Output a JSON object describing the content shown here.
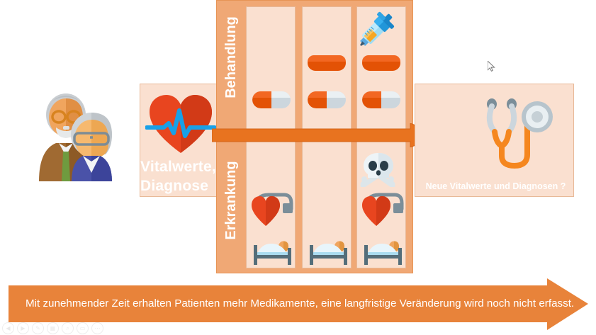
{
  "slide": {
    "title": "Vitalwerte, Diagnose",
    "left_panel": {
      "label": "Vitalwerte,\nDiagnose",
      "label_line1": "Vitalwerte,",
      "label_line2": "Diagnose",
      "patient_icon": "elderly-couple-icon",
      "vital_icon": "heart-with-ekg-icon"
    },
    "middle": {
      "row_labels": [
        "Behandlung",
        "Erkrankung"
      ],
      "top_label": "Behandlung",
      "bottom_label": "Erkrankung",
      "columns": [
        {
          "treatments": [
            "capsule"
          ],
          "conditions": [
            "blood-pressure-heart",
            "hospital-bed"
          ]
        },
        {
          "treatments": [
            "tablet",
            "capsule"
          ],
          "conditions": [
            "hospital-bed"
          ]
        },
        {
          "treatments": [
            "syringe",
            "tablet",
            "capsule"
          ],
          "conditions": [
            "skull-and-crossbones",
            "blood-pressure-heart",
            "hospital-bed"
          ]
        }
      ]
    },
    "right_panel": {
      "label": "Neue Vitalwerte und Diagnosen ?",
      "icon": "stethoscope-icon"
    },
    "banner": {
      "text": "Mit zunehmender Zeit erhalten Patienten mehr Medikamente, eine langfristige Veränderung wird noch nicht erfasst."
    },
    "colors": {
      "orange": "#E8833A",
      "orange_dark": "#E35205",
      "panel_fill": "#FAE0D0",
      "band_fill": "#F0A875",
      "heart_red": "#E8381F",
      "ekg_blue": "#18A0E8",
      "white": "#FFFFFF"
    }
  },
  "toolbar": {
    "items": [
      {
        "name": "previous-slide-button",
        "glyph": "◀"
      },
      {
        "name": "next-slide-button",
        "glyph": "▶"
      },
      {
        "name": "pen-tool-button",
        "glyph": "✎"
      },
      {
        "name": "slide-thumbnails-button",
        "glyph": "▦"
      },
      {
        "name": "zoom-button",
        "glyph": "⌕"
      },
      {
        "name": "presenter-view-button",
        "glyph": "▭"
      },
      {
        "name": "more-options-button",
        "glyph": "⋯"
      }
    ]
  }
}
